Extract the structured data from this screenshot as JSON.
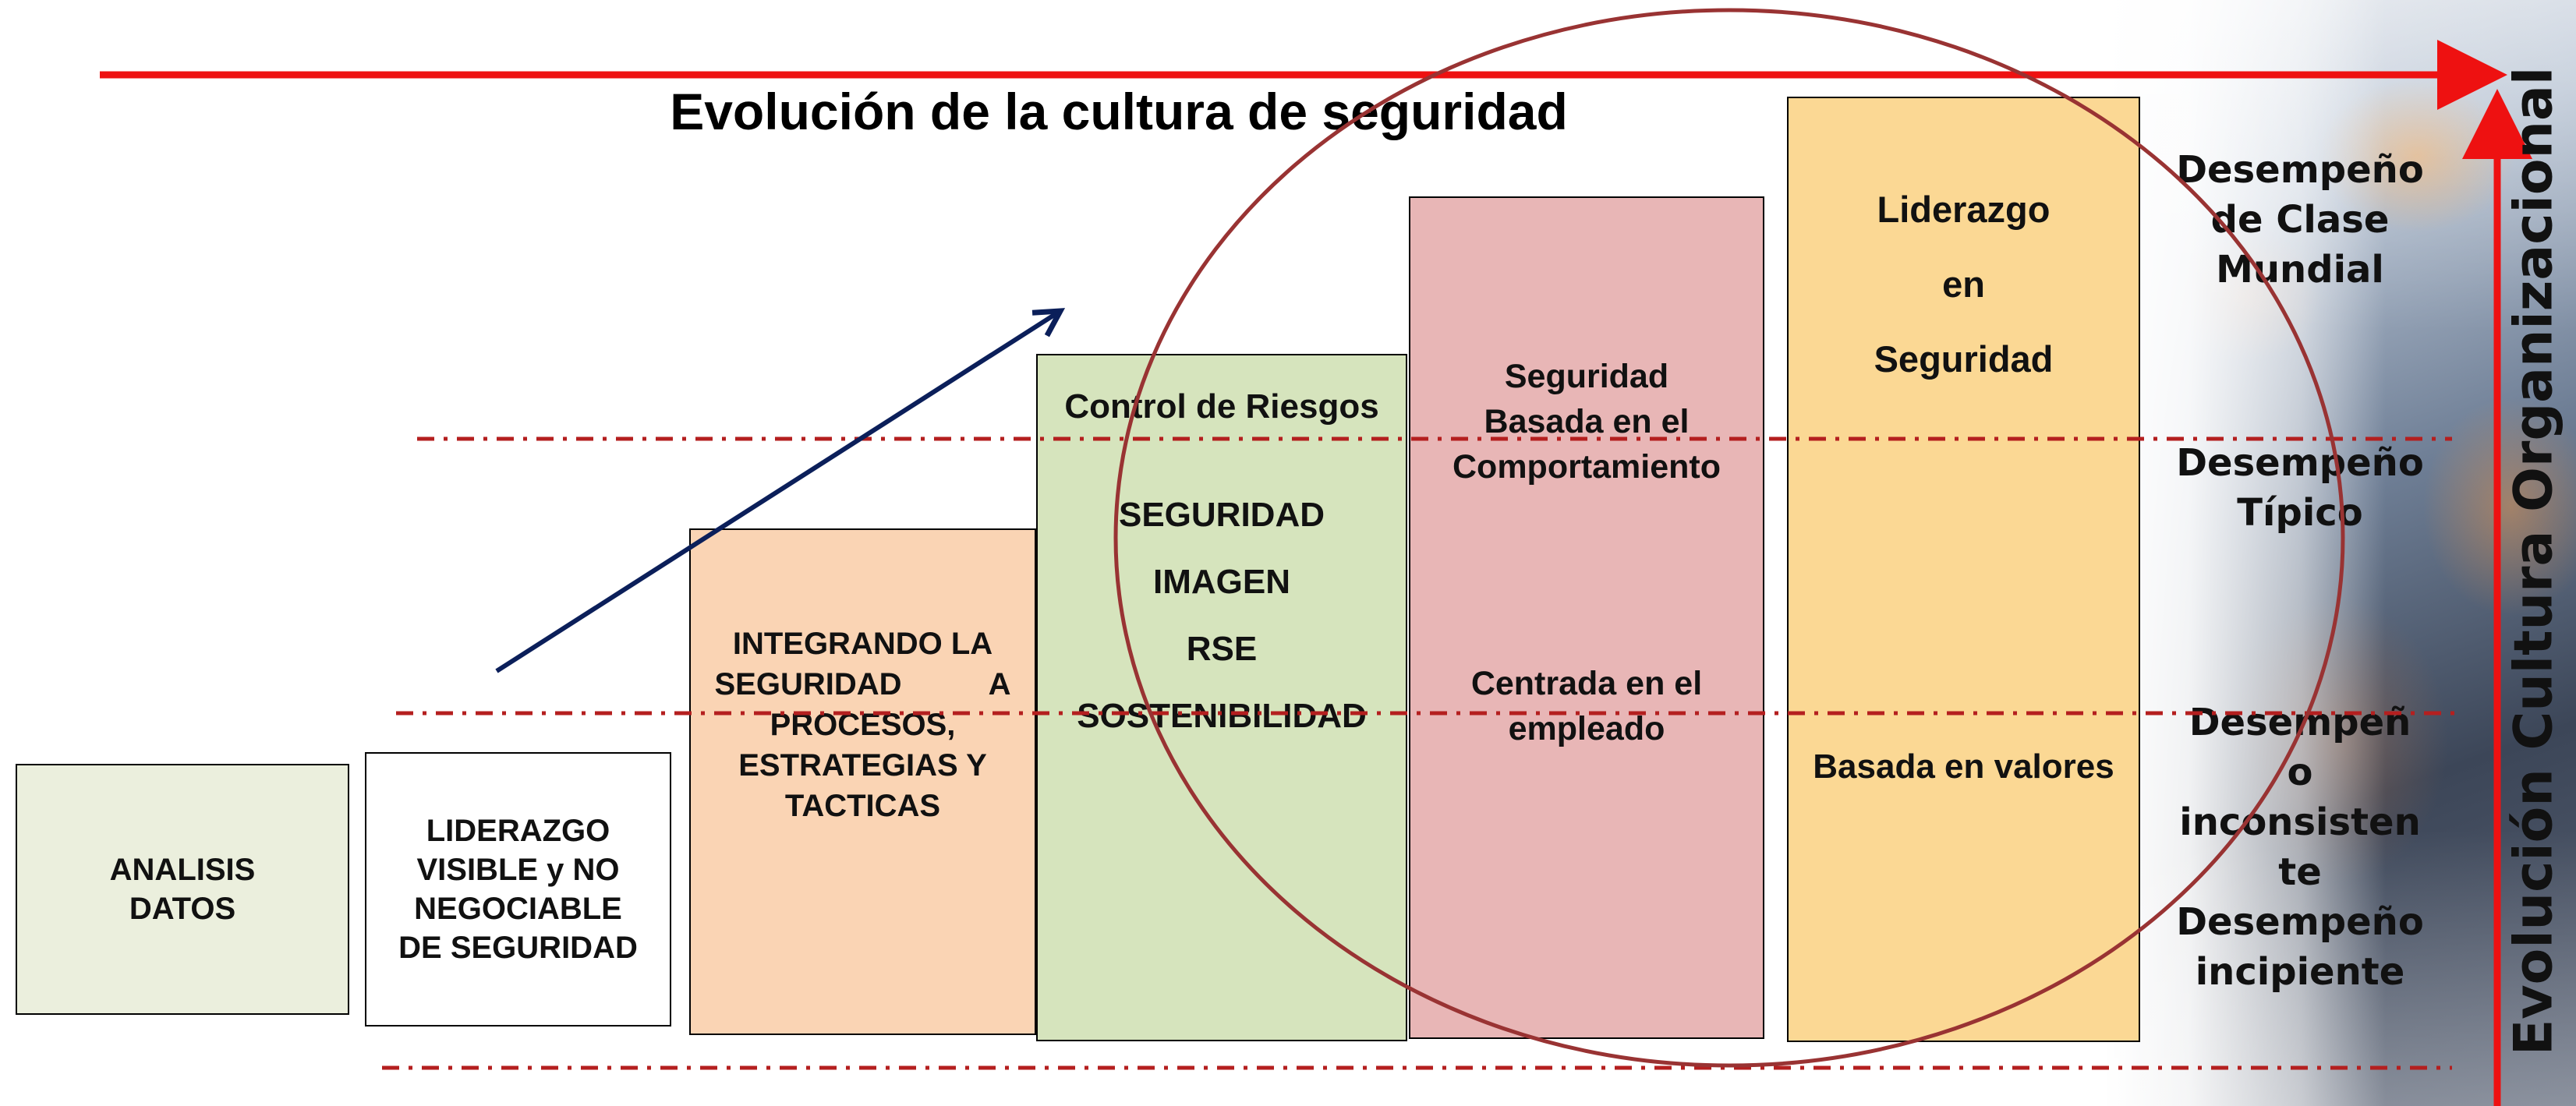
{
  "title": "Evolución de la cultura de seguridad",
  "stages": {
    "analisis": [
      "ANALISIS",
      "DATOS"
    ],
    "liderazgo_visible": [
      "LIDERAZGO",
      "VISIBLE y NO",
      "NEGOCIABLE",
      "DE SEGURIDAD"
    ],
    "integrando": [
      "INTEGRANDO LA",
      "SEGURIDAD A",
      "PROCESOS,",
      "ESTRATEGIAS Y",
      "TACTICAS"
    ],
    "control": {
      "heading": "Control de Riesgos",
      "items": [
        "SEGURIDAD",
        "IMAGEN",
        "RSE",
        "SOSTENIBILIDAD"
      ]
    },
    "comportamiento": {
      "upper": [
        "Seguridad",
        "Basada en el",
        "Comportamiento"
      ],
      "lower": [
        "Centrada en el",
        "empleado"
      ]
    },
    "liderazgo_seguridad": {
      "upper": [
        "Liderazgo",
        "en",
        "Seguridad"
      ],
      "lower": "Basada en valores"
    }
  },
  "performance_levels": {
    "world_class": [
      "Desempeño",
      "de Clase",
      "Mundial"
    ],
    "typical": [
      "Desempeño",
      "Típico"
    ],
    "low": [
      "Desempeñ",
      "o",
      "inconsisten",
      "te",
      "Desempeño",
      "incipiente"
    ]
  },
  "vertical_axis_label": "Evolución Cultura Organizacional",
  "colors": {
    "red_arrow": "#ee1111",
    "dash_line": "#b41f1f",
    "circle": "#993333",
    "blue_arrow": "#0b1f5a",
    "box_analisis": "#ebefdd",
    "box_integrando": "#fad4b4",
    "box_control": "#d6e4bd",
    "box_comportamiento": "#e8b6b6",
    "box_liderazgo": "#fbd894"
  }
}
